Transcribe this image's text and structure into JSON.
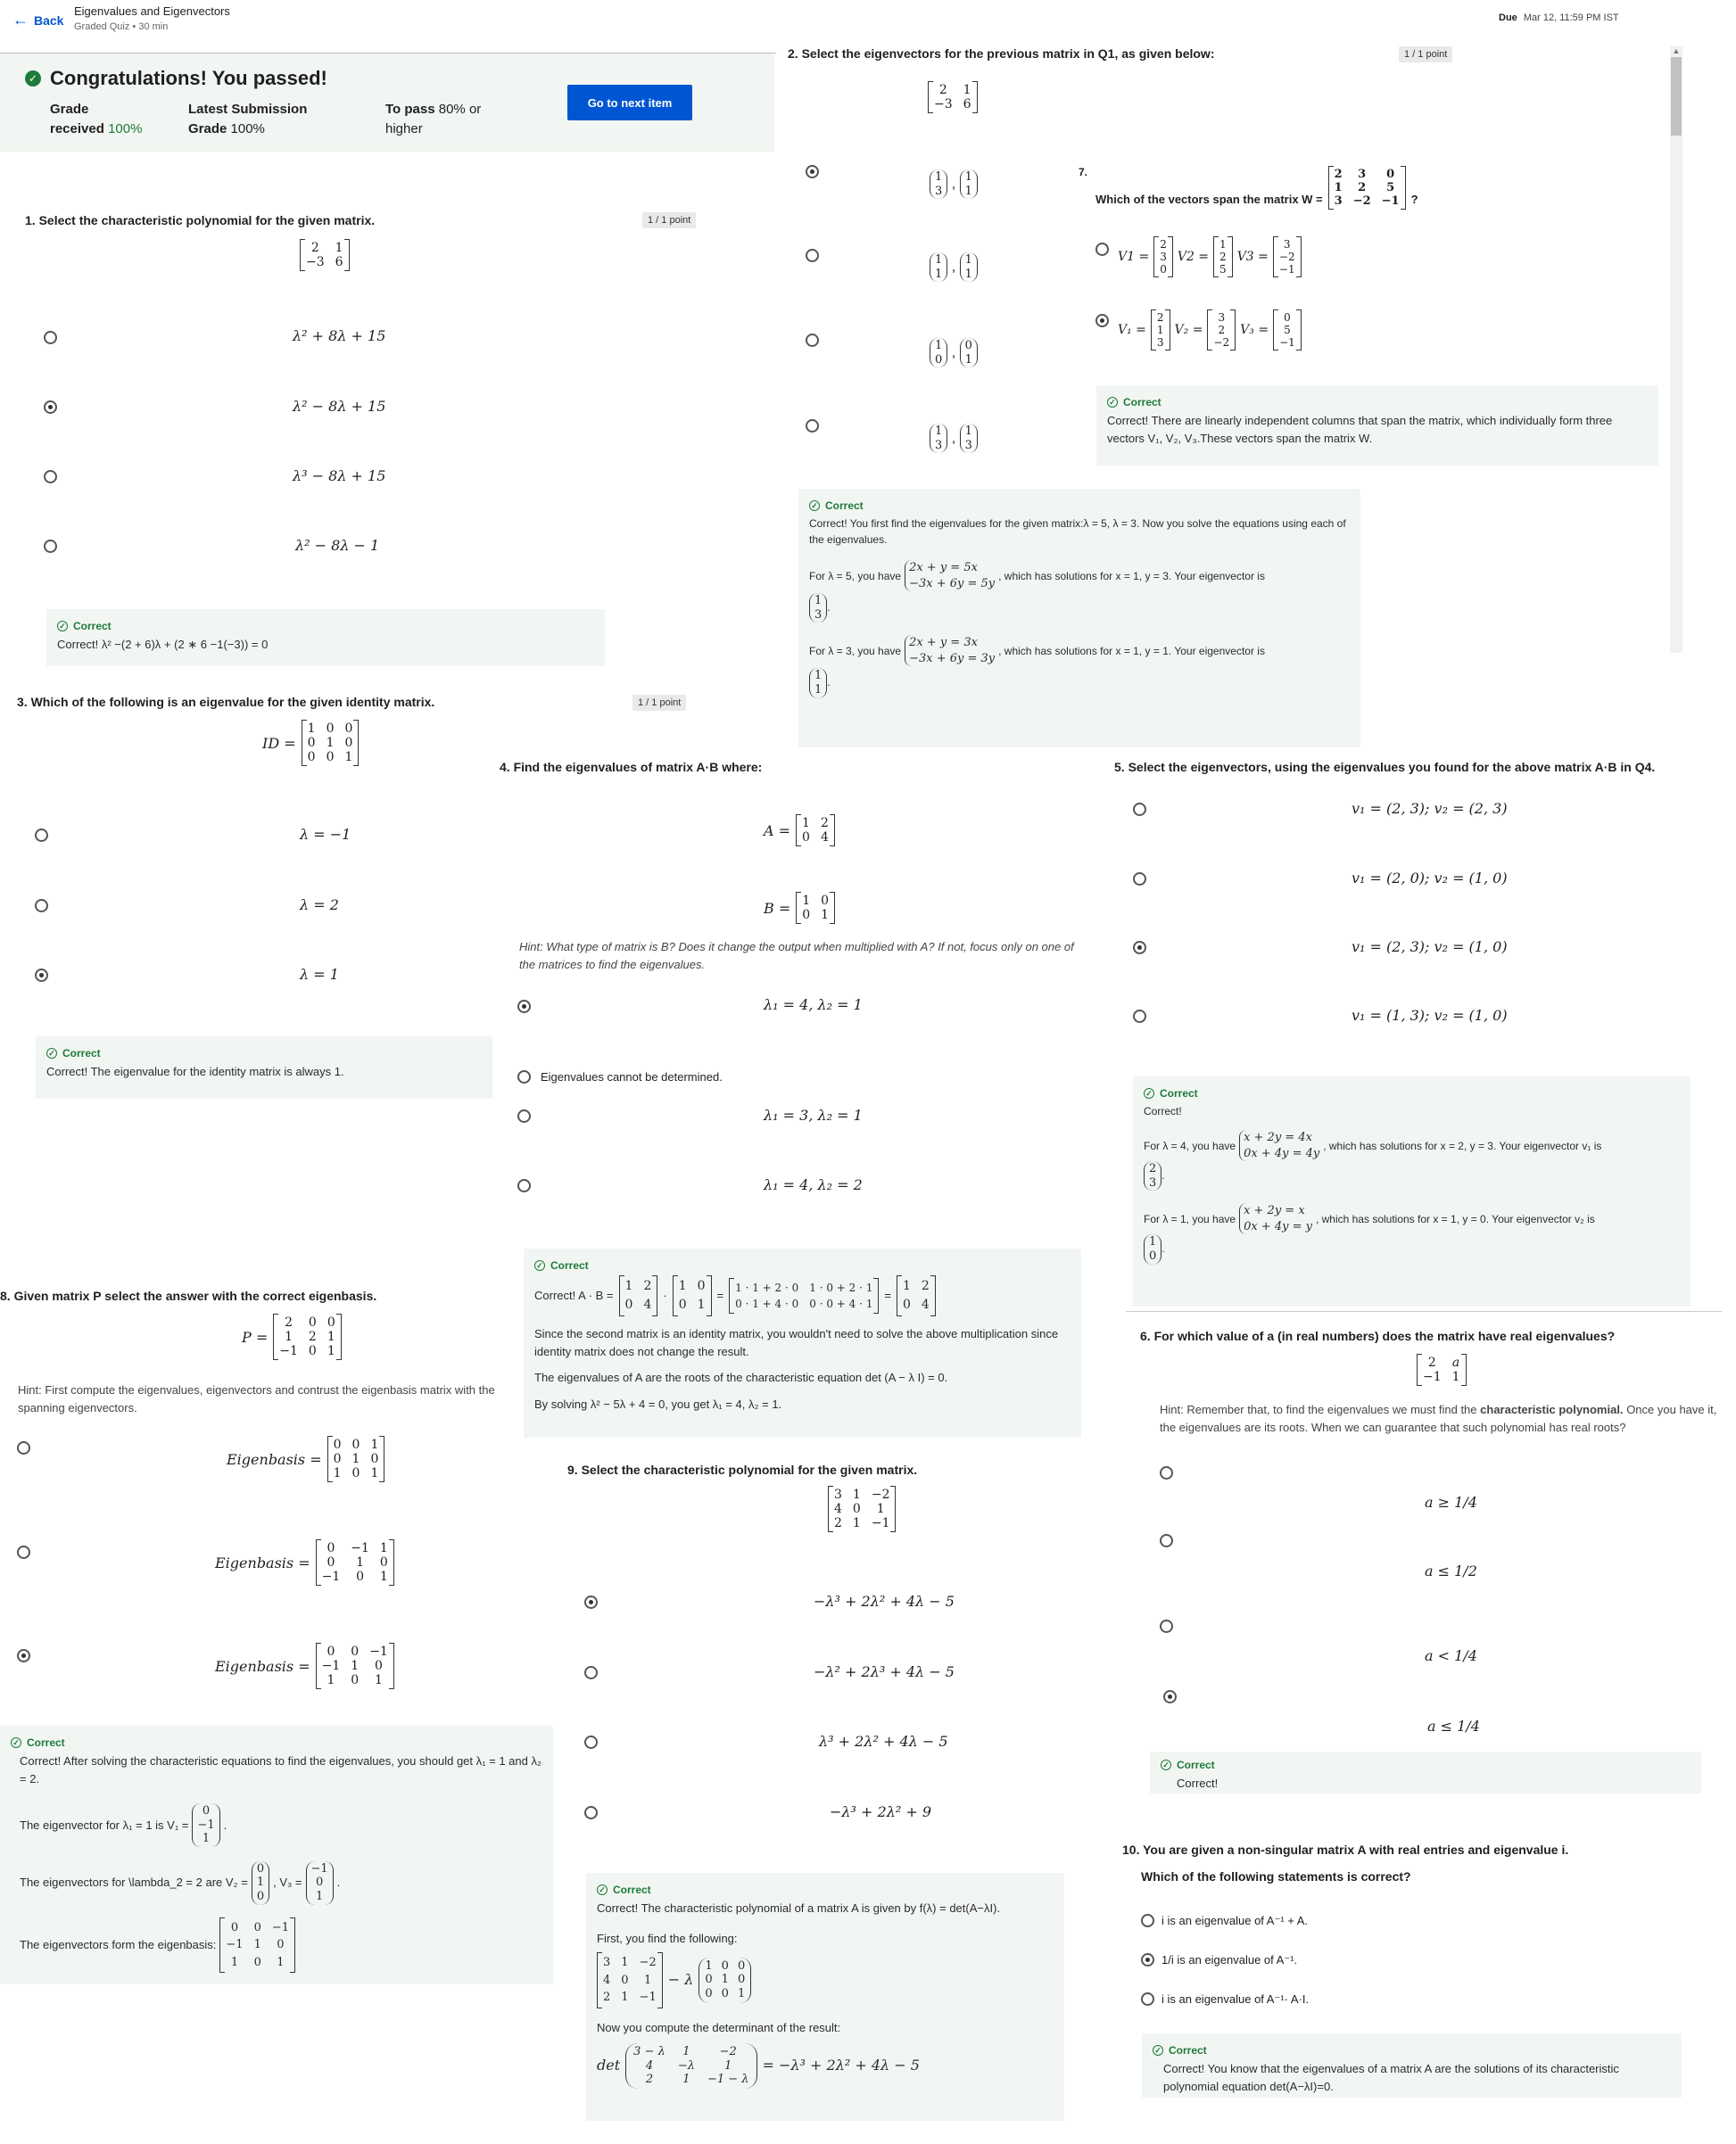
{
  "header": {
    "back_label": "Back",
    "title": "Eigenvalues and Eigenvectors",
    "subtitle": "Graded Quiz • 30 min",
    "due_label": "Due",
    "due_date": "Mar 12, 11:59 PM IST"
  },
  "banner": {
    "congrats": "Congratulations! You passed!",
    "grade_label": "Grade",
    "grade_received_label": "received",
    "grade_value": "100%",
    "latest_label": "Latest Submission",
    "latest_grade_label": "Grade",
    "latest_value": "100%",
    "topass_label": "To pass",
    "topass_value": "80% or",
    "topass_suffix": "higher",
    "next_button": "Go to next item"
  },
  "common": {
    "point": "1 / 1 point",
    "correct": "Correct"
  },
  "q1": {
    "title": "1.  Select the characteristic polynomial for the given matrix.",
    "matrix": [
      [
        "2",
        "1"
      ],
      [
        "-3",
        "6"
      ]
    ],
    "options": [
      "λ² + 8λ + 15",
      "λ² − 8λ + 15",
      "λ³ − 8λ + 15",
      "λ² − 8λ − 1"
    ],
    "feedback": "Correct! λ² −(2 + 6)λ + (2 ∗ 6 −1(−3)) = 0"
  },
  "q2": {
    "title": "2.  Select the eigenvectors for the previous matrix in Q1, as given below:",
    "matrix": [
      [
        "2",
        "1"
      ],
      [
        "-3",
        "6"
      ]
    ],
    "feedback1": "Correct! You first find the eigenvalues for the given matrix:λ = 5, λ = 3. Now you solve the equations using each of the eigenvalues.",
    "feedback2a": "For λ = 5, you have",
    "eq_a1": "2x + y = 5x",
    "eq_a2": "−3x + 6y = 5y",
    "feedback2b": ", which has solutions for x = 1, y = 3. Your eigenvector is",
    "feedback3a": "For λ = 3, you have",
    "eq_b1": "2x + y = 3x",
    "eq_b2": "−3x + 6y = 3y",
    "feedback3b": ", which has solutions for x = 1, y = 1. Your eigenvector is"
  },
  "q3": {
    "title": "3.  Which of the following is an eigenvalue for the given identity matrix.",
    "lhs": "ID =",
    "options": [
      "λ = −1",
      "λ = 2",
      "λ = 1"
    ],
    "feedback": "Correct! The eigenvalue for the identity matrix is always 1."
  },
  "q4": {
    "title": "4.  Find the eigenvalues of matrix A·B where:",
    "a_label": "A =",
    "b_label": "B =",
    "hint": "Hint: What type of matrix is B? Does it change the output when multiplied with A? If not, focus only on one of the matrices to find the eigenvalues.",
    "options": [
      "λ₁ = 4, λ₂ = 1",
      "Eigenvalues cannot be determined.",
      "λ₁ = 3, λ₂ = 1",
      "λ₁ = 4, λ₂ = 2"
    ],
    "fb_prefix": "Correct! A · B =",
    "fb_mid1": "1 · 1 + 2 · 0",
    "fb_mid2": "1 · 0 + 2 · 1",
    "fb_mid3": "0 · 1 + 4 · 0",
    "fb_mid4": "0 · 0 + 4 · 1",
    "fb_line2": "Since the second matrix is an identity matrix, you wouldn't need to solve the above multiplication since identity matrix does not change the result.",
    "fb_line3": "The eigenvalues of A are the roots of the characteristic equation det (A − λ I) = 0.",
    "fb_line4": "By solving λ² − 5λ + 4 = 0, you get λ₁ = 4, λ₂ = 1."
  },
  "q5": {
    "title": "5.  Select the eigenvectors, using the eigenvalues you found for the above matrix A·B in Q4.",
    "options": [
      "v₁ = (2, 3); v₂ = (2, 3)",
      "v₁ = (2, 0); v₂ = (1, 0)",
      "v₁ = (2, 3); v₂ = (1, 0)",
      "v₁ = (1, 3); v₂ = (1, 0)"
    ],
    "fb_line1": "Correct!",
    "fb_a": "For λ = 4, you have",
    "eq_a1": "x + 2y = 4x",
    "eq_a2": "0x + 4y = 4y",
    "fb_a2": ", which has solutions for x = 2, y = 3. Your eigenvector v₁ is",
    "fb_b": "For λ = 1, you have",
    "eq_b1": "x + 2y = x",
    "eq_b2": "0x + 4y = y",
    "fb_b2": ", which has solutions for x = 1, y = 0. Your eigenvector v₂ is"
  },
  "q6": {
    "title": "6.  For which value of a (in real numbers) does the matrix have real eigenvalues?",
    "hint_a": "Hint: Remember that, to find the eigenvalues we must find the",
    "hint_b": "characteristic polynomial.",
    "hint_c": "Once you have it, the eigenvalues are its roots. When we can guarantee that such polynomial has real roots?",
    "options": [
      "a ≥ 1/4",
      "a ≤ 1/2",
      "a < 1/4",
      "a ≤ 1/4"
    ],
    "feedback": "Correct!"
  },
  "q7": {
    "number": "7.",
    "title": "Which of the vectors span the matrix W =",
    "qmark": "?",
    "opt1": [
      "V1 =",
      "V2 =",
      "V3 ="
    ],
    "opt2": [
      "V₁ =",
      "V₂ =",
      "V₃ ="
    ],
    "feedback": "Correct! There are linearly independent columns that span the matrix, which individually form three vectors V₁, V₂, V₃.These vectors span the matrix W."
  },
  "q8": {
    "title": "8.  Given matrix P select the answer with the correct eigenbasis.",
    "p_label": "P =",
    "hint": "Hint: First compute the eigenvalues,  eigenvectors and contrust the eigenbasis matrix with the spanning eigenvectors.",
    "eb_label": "Eigenbasis =",
    "fb_line1": "Correct! After solving the characteristic equations to find the eigenvalues, you should get λ₁ = 1 and λ₂ = 2.",
    "fb_line2": "The eigenvector for λ₁ = 1 is V₁ =",
    "fb_line3": "The eigenvectors for \\lambda_2 = 2 are V₂ =",
    "fb_line3b": ", V₃ =",
    "fb_line4": "The eigenvectors form the eigenbasis:"
  },
  "q9": {
    "title": "9.  Select the characteristic polynomial for the given matrix.",
    "options": [
      "−λ³ + 2λ² + 4λ − 5",
      "−λ² + 2λ³ + 4λ − 5",
      "λ³ + 2λ² + 4λ − 5",
      "−λ³ + 2λ² + 9"
    ],
    "fb_line1": "Correct! The characteristic polynomial of a matrix A is given by f(λ) = det(A−λI).",
    "fb_line2": "First, you find the following:",
    "fb_line3": "Now you compute the determinant of the result:",
    "det_label": "det",
    "det_result": "= −λ³ + 2λ² + 4λ − 5"
  },
  "q10": {
    "title": "10.  You are given a non-singular matrix A with real entries and eigenvalue i.",
    "subtitle": "Which of the following statements is correct?",
    "options": [
      "i is an eigenvalue of A⁻¹ + A.",
      "1/i is an eigenvalue of A⁻¹.",
      "i is an eigenvalue of A⁻¹· A·I."
    ],
    "feedback": "Correct! You know that the eigenvalues of a matrix A are the solutions of its characteristic polynomial equation det(A−λI)=0."
  },
  "colors": {
    "accent": "#0056d2",
    "success": "#1e7a3a",
    "feedback_bg": "#f2f6f2",
    "banner_bg": "#f2f6f2"
  }
}
